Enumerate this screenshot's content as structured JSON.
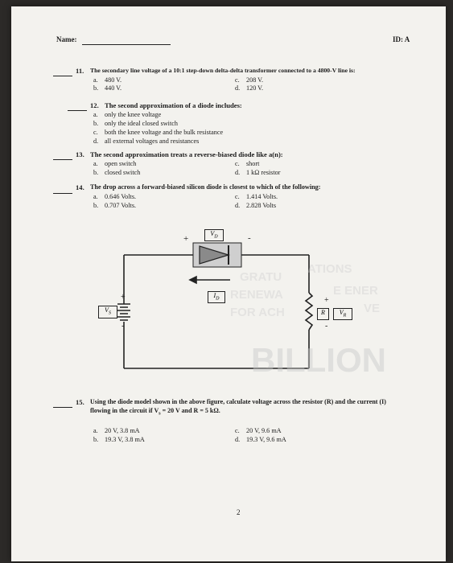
{
  "header": {
    "name_label": "Name:",
    "id_label": "ID: A"
  },
  "questions": [
    {
      "number": "11.",
      "text": "The secondary line voltage of a 10:1 step-down delta-delta transformer connected to a 4800-V line is:",
      "options": [
        {
          "letter": "a.",
          "text": "480 V."
        },
        {
          "letter": "c.",
          "text": "208 V."
        },
        {
          "letter": "b.",
          "text": "440 V."
        },
        {
          "letter": "d.",
          "text": "120 V."
        }
      ]
    },
    {
      "number": "12.",
      "text": "The second approximation of a diode includes:",
      "options": [
        {
          "letter": "a.",
          "text": "only the knee voltage"
        },
        {
          "letter": "b.",
          "text": "only the ideal closed switch"
        },
        {
          "letter": "c.",
          "text": "both the knee voltage and the bulk resistance"
        },
        {
          "letter": "d.",
          "text": "all external voltages and resistances"
        }
      ]
    },
    {
      "number": "13.",
      "text": "The second approximation treats a reverse-biased diode like a(n):",
      "options": [
        {
          "letter": "a.",
          "text": "open switch"
        },
        {
          "letter": "c.",
          "text": "short"
        },
        {
          "letter": "b.",
          "text": "closed switch"
        },
        {
          "letter": "d.",
          "text": "1 kΩ resistor"
        }
      ]
    },
    {
      "number": "14.",
      "text": "The drop across a forward-biased silicon diode is closest to which of the following:",
      "options": [
        {
          "letter": "a.",
          "text": "0.646 Volts."
        },
        {
          "letter": "c.",
          "text": "1.414 Volts."
        },
        {
          "letter": "b.",
          "text": "0.707 Volts."
        },
        {
          "letter": "d.",
          "text": "2.828 Volts"
        }
      ]
    },
    {
      "number": "15.",
      "text": "Using the diode model shown in the above figure, calculate voltage across the resistor (R) and the current (I)",
      "text2": "flowing in the circuit if V",
      "text2_sub": "s",
      "text2_rest": " = 20 V and R = 5 kΩ.",
      "options": [
        {
          "letter": "a.",
          "text": "20 V, 3.8 mA"
        },
        {
          "letter": "c.",
          "text": "20 V, 9.6 mA"
        },
        {
          "letter": "b.",
          "text": "19.3 V, 3.8 mA"
        },
        {
          "letter": "d.",
          "text": "19.3 V, 9.6 mA"
        }
      ]
    }
  ],
  "circuit": {
    "vd_label": "V",
    "vd_sub": "D",
    "id_label": "I",
    "id_sub": "D",
    "vs_label": "V",
    "vs_sub": "S",
    "r_label": "R",
    "vr_label": "V",
    "vr_sub": "R",
    "plus": "+",
    "minus": "-"
  },
  "watermark": {
    "line1": "GRATU",
    "line1b": "ATIONS",
    "line2": "RENEWA",
    "line2b": "E ENER",
    "line3": "FOR ACH",
    "line3b": "VE",
    "big": "BILLION"
  },
  "page_number": "2"
}
